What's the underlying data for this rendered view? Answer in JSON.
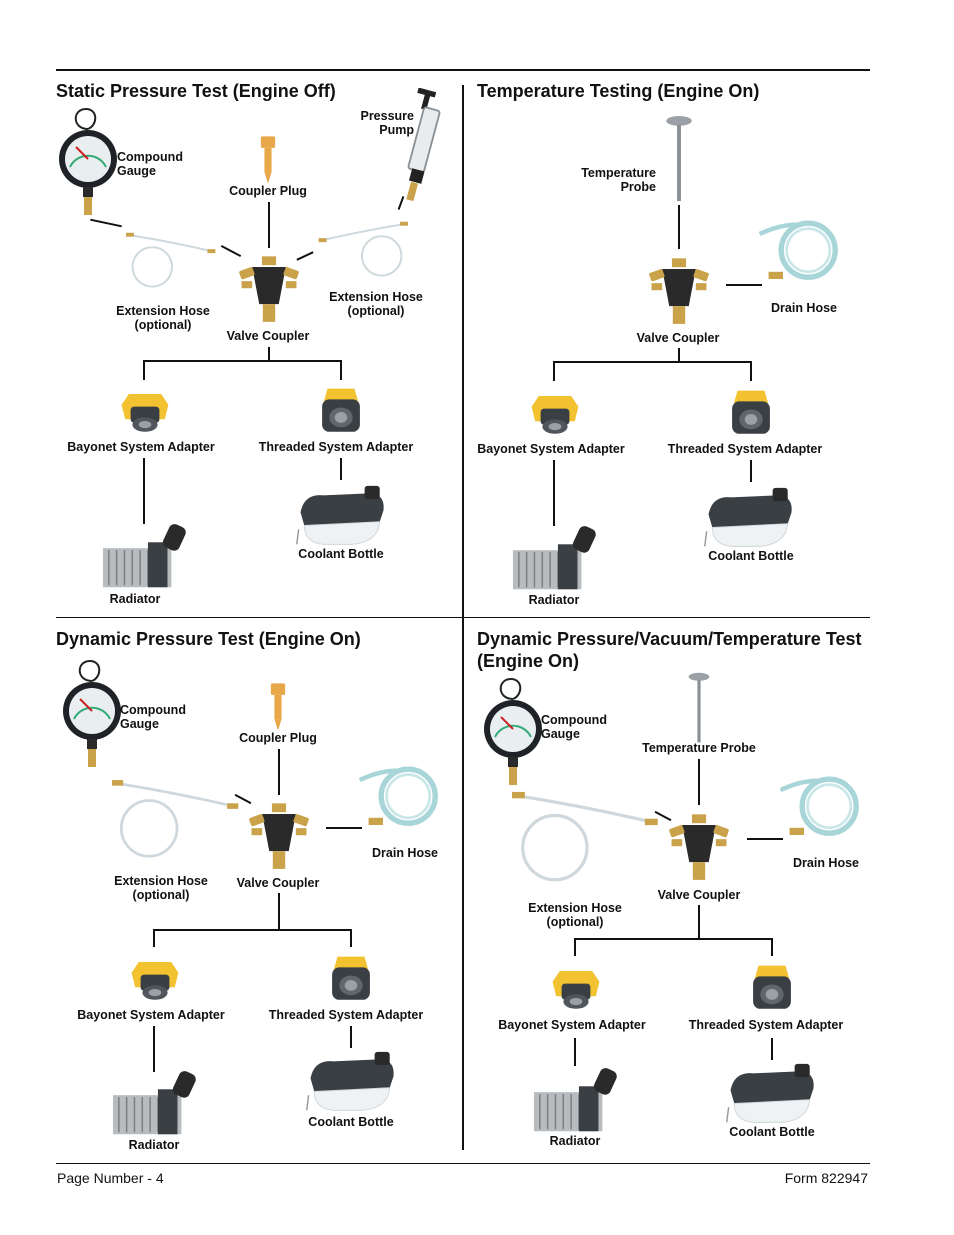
{
  "panels": {
    "static": {
      "title": "Static Pressure Test (Engine Off)",
      "labels": {
        "pressure_pump": "Pressure\nPump",
        "compound_gauge": "Compound\nGauge",
        "coupler_plug": "Coupler Plug",
        "extension_hose_left": "Extension Hose\n(optional)",
        "extension_hose_right": "Extension Hose\n(optional)",
        "valve_coupler": "Valve Coupler",
        "bayonet_adapter": "Bayonet System Adapter",
        "threaded_adapter": "Threaded System Adapter",
        "coolant_bottle": "Coolant Bottle",
        "radiator": "Radiator"
      }
    },
    "temperature": {
      "title": "Temperature Testing (Engine On)",
      "labels": {
        "temperature_probe": "Temperature\nProbe",
        "drain_hose": "Drain Hose",
        "valve_coupler": "Valve Coupler",
        "bayonet_adapter": "Bayonet System Adapter",
        "threaded_adapter": "Threaded System Adapter",
        "coolant_bottle": "Coolant Bottle",
        "radiator": "Radiator"
      }
    },
    "dynamic": {
      "title": "Dynamic Pressure Test (Engine On)",
      "labels": {
        "compound_gauge": "Compound\nGauge",
        "coupler_plug": "Coupler Plug",
        "drain_hose": "Drain Hose",
        "extension_hose": "Extension Hose\n(optional)",
        "valve_coupler": "Valve Coupler",
        "bayonet_adapter": "Bayonet System Adapter",
        "threaded_adapter": "Threaded System Adapter",
        "coolant_bottle": "Coolant Bottle",
        "radiator": "Radiator"
      }
    },
    "combined": {
      "title": "Dynamic Pressure/Vacuum/Temperature Test\n(Engine On)",
      "labels": {
        "compound_gauge": "Compound\nGauge",
        "temperature_probe": "Temperature Probe",
        "drain_hose": "Drain Hose",
        "valve_coupler": "Valve Coupler",
        "extension_hose": "Extension Hose\n(optional)",
        "bayonet_adapter": "Bayonet System Adapter",
        "threaded_adapter": "Threaded System Adapter",
        "coolant_bottle": "Coolant Bottle",
        "radiator": "Radiator"
      }
    }
  },
  "footer": {
    "page_number": "Page Number - 4",
    "form": "Form 822947"
  },
  "colors": {
    "adapter_yellow": "#f2c230",
    "brass": "#c9a24a",
    "coupler_body": "#2a2a2a",
    "coupler_plug": "#e8a84a",
    "hose_clear": "#cfd8dc",
    "drain_hose": "#a8d6d8"
  },
  "icons": [
    "compound-gauge-icon",
    "pressure-pump-icon",
    "coupler-plug-icon",
    "valve-coupler-icon",
    "extension-hose-icon",
    "drain-hose-icon",
    "temperature-probe-icon",
    "bayonet-adapter-icon",
    "threaded-adapter-icon",
    "coolant-bottle-icon",
    "radiator-icon"
  ]
}
